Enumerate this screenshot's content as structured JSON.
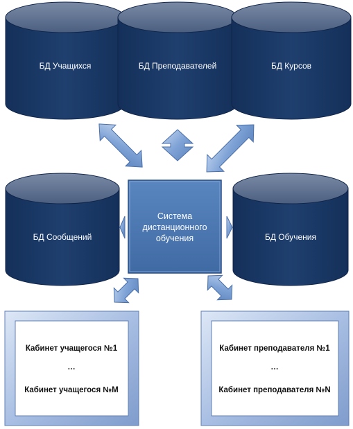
{
  "databases": {
    "students": "БД Учащихся",
    "teachers": "БД Преподавателей",
    "courses": "БД Курсов",
    "messages": "БД Сообщений",
    "learning": "БД Обучения"
  },
  "system": {
    "line1": "Система",
    "line2": "дистанционного",
    "line3": "обучения"
  },
  "student_cabinet": {
    "first": "Кабинет учащегося №1",
    "ellipsis": "…",
    "last": "Кабинет учащегося №M"
  },
  "teacher_cabinet": {
    "first": "Кабинет преподавателя №1",
    "ellipsis": "…",
    "last": "Кабинет преподавателя №N"
  },
  "colors": {
    "cylinder_body": "#1c3b68",
    "cylinder_top": "#5a6d8c",
    "system_fill": "#4c78b0",
    "arrow_fill": "#8fb0db",
    "frame_fill": "#b6c9ea"
  }
}
